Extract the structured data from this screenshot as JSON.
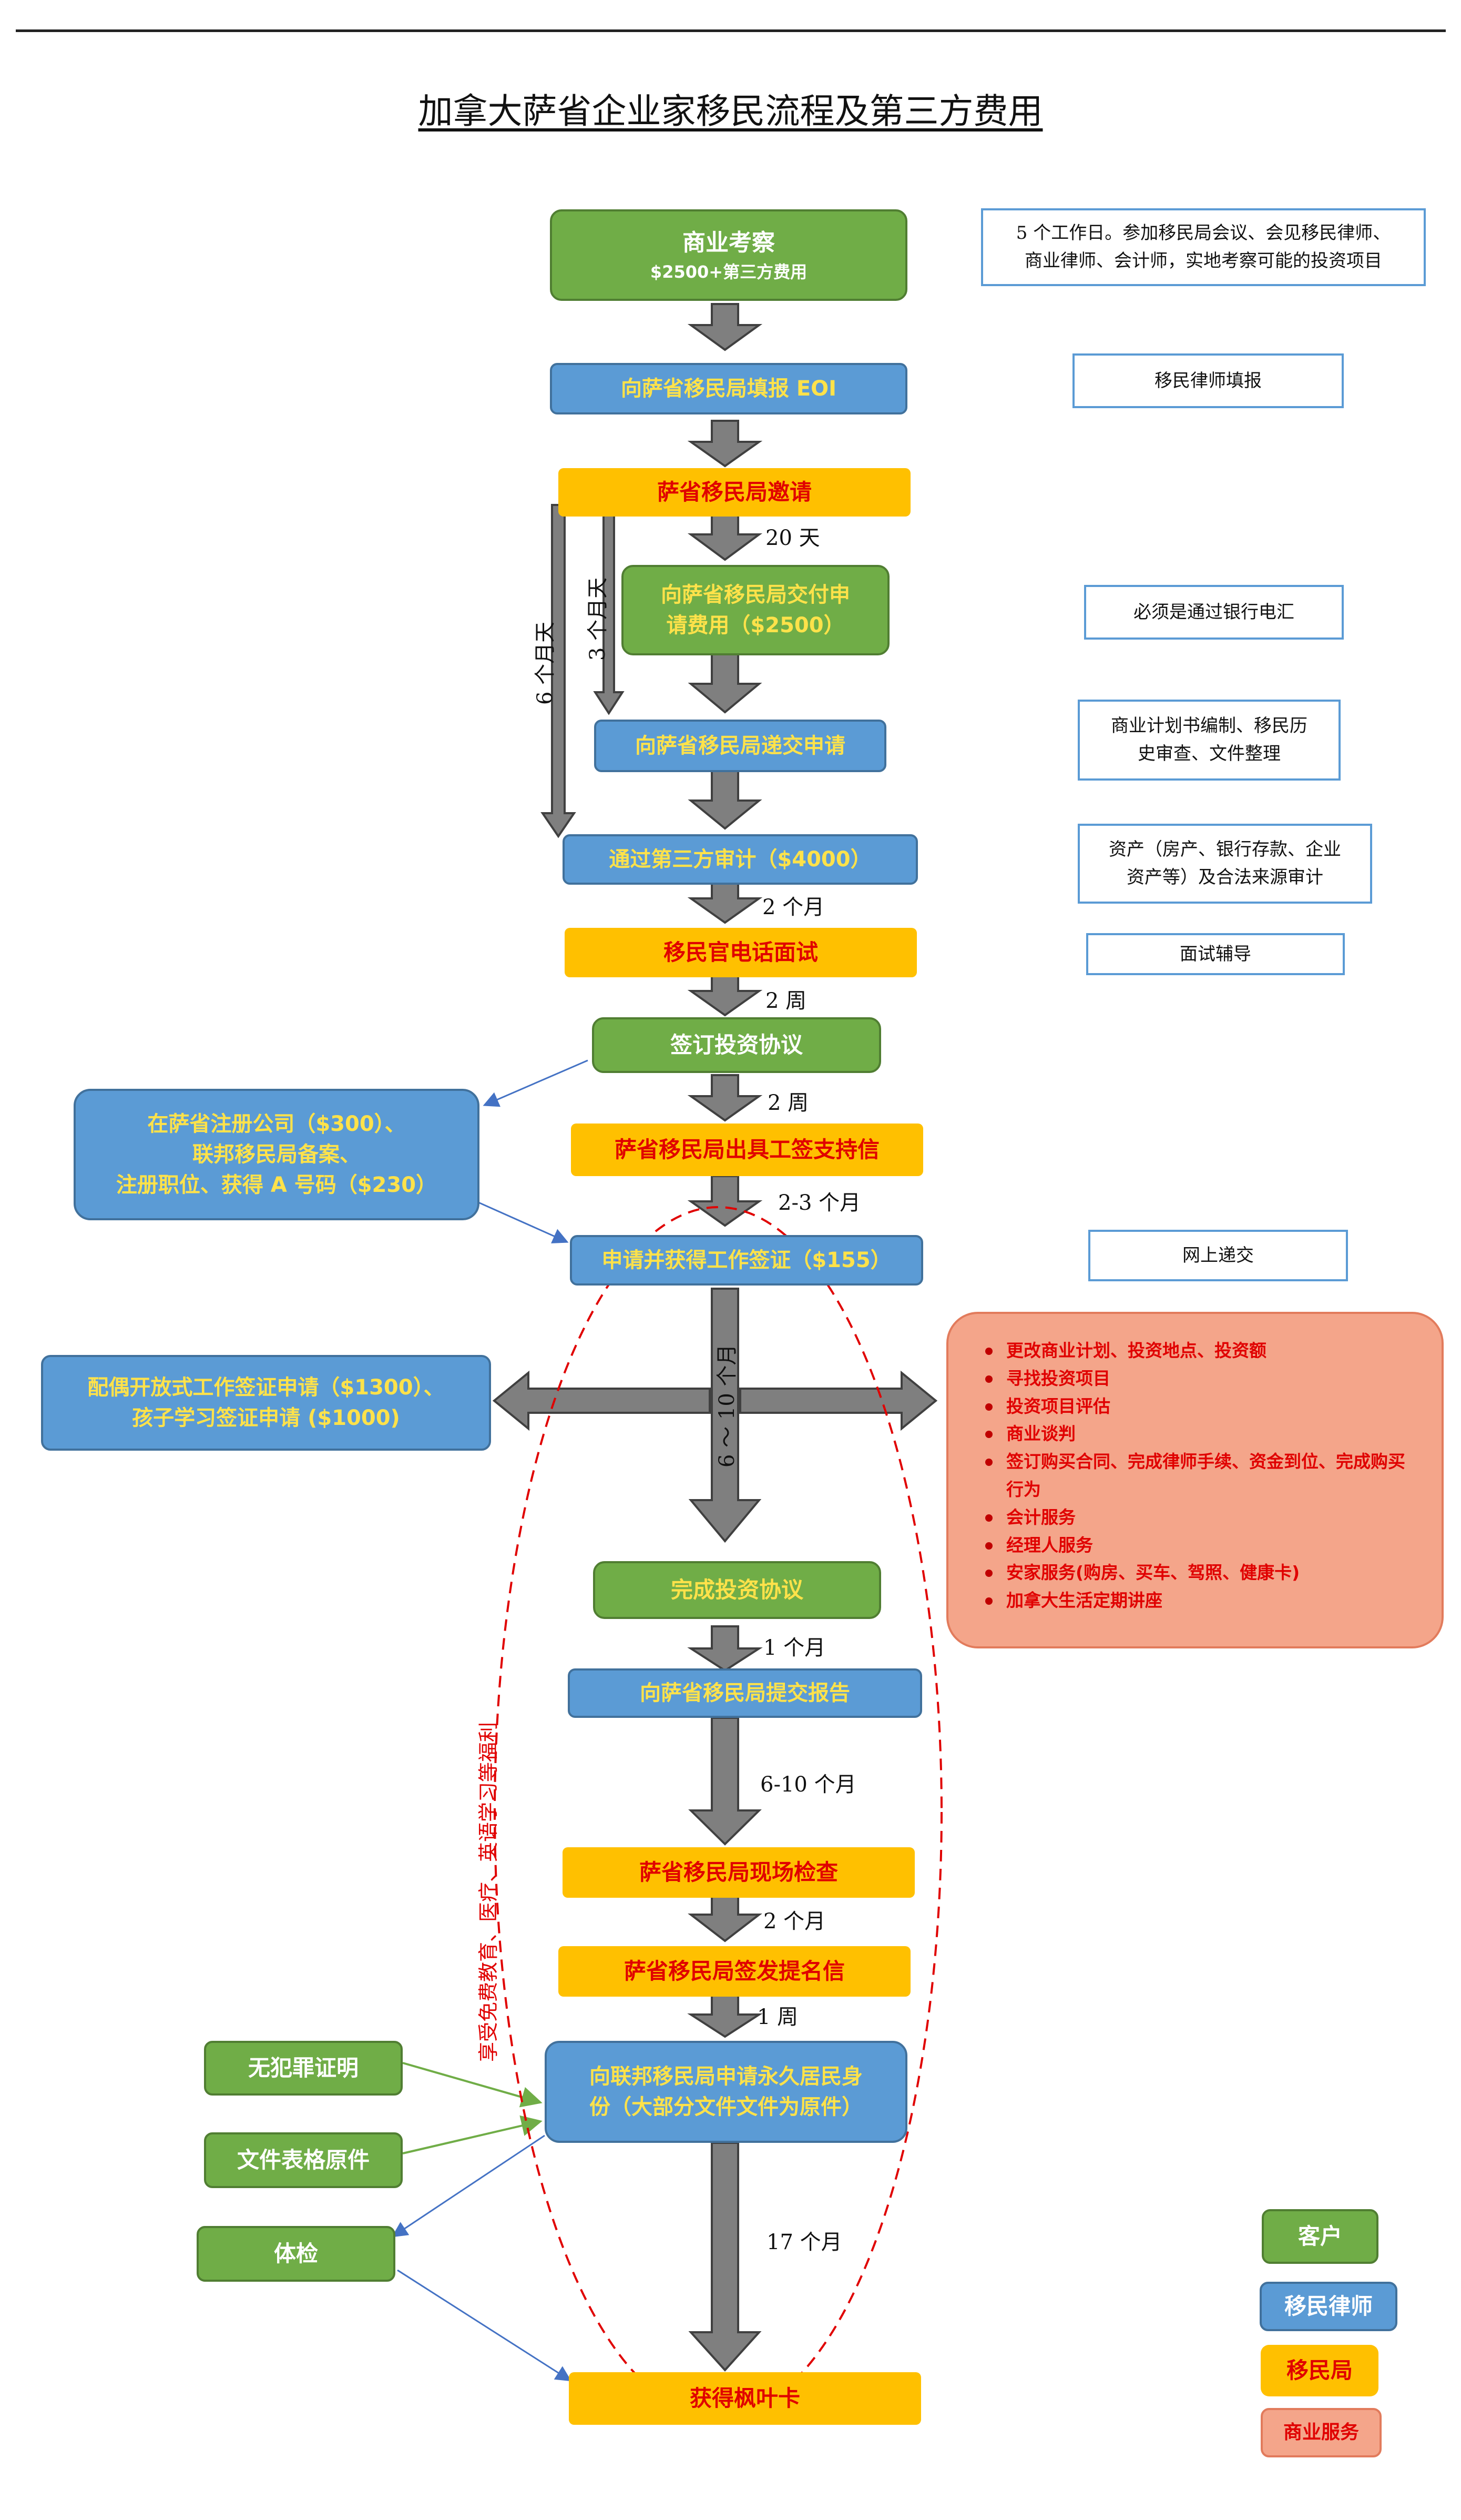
{
  "title": "加拿大萨省企业家移民流程及第三方费用",
  "steps": {
    "s1_line1": "商业考察",
    "s1_line2": "$2500+第三方费用",
    "s2": "向萨省移民局填报 EOI",
    "s3": "萨省移民局邀请",
    "s4_line1": "向萨省移民局交付申",
    "s4_line2": "请费用（$2500）",
    "s5": "向萨省移民局递交申请",
    "s6": "通过第三方审计（$4000）",
    "s7": "移民官电话面试",
    "s8": "签订投资协议",
    "s9": "萨省移民局出具工签支持信",
    "s10": "申请并获得工作签证（$155）",
    "s11": "完成投资协议",
    "s12": "向萨省移民局提交报告",
    "s13": "萨省移民局现场检查",
    "s14": "萨省移民局签发提名信",
    "s15_line1": "向联邦移民局申请永久居民身",
    "s15_line2": "份（大部分文件文件为原件）",
    "s16": "获得枫叶卡"
  },
  "side_boxes": {
    "register_line1": "在萨省注册公司（$300）、",
    "register_line2": "联邦移民局备案、",
    "register_line3": "注册职位、获得 A 号码（$230）",
    "spouse_line1": "配偶开放式工作签证申请（$1300）、",
    "spouse_line2": "孩子学习签证申请 ($1000)",
    "no_crime": "无犯罪证明",
    "docs_original": "文件表格原件",
    "medical": "体检"
  },
  "notes": {
    "n1_line1": "5 个工作日。参加移民局会议、会见移民律师、",
    "n1_line2": "商业律师、会计师，实地考察可能的投资项目",
    "n2": "移民律师填报",
    "n3": "必须是通过银行电汇",
    "n4_line1": "商业计划书编制、移民历",
    "n4_line2": "史审查、文件整理",
    "n5_line1": "资产（房产、银行存款、企业",
    "n5_line2": "资产等）及合法来源审计",
    "n6": "面试辅导",
    "n7": "网上递交"
  },
  "services": [
    "更改商业计划、投资地点、投资额",
    "寻找投资项目",
    "投资项目评估",
    "商业谈判",
    "签订购买合同、完成律师手续、资金到位、完成购买行为",
    "会计服务",
    "经理人服务",
    "安家服务(购房、买车、驾照、健康卡)",
    "加拿大生活定期讲座"
  ],
  "durations": {
    "d_20days": "20 天",
    "d_3months": "3 个月天",
    "d_6months": "6 个月天",
    "d_2months_a": "2 个月",
    "d_2weeks_a": "2 周",
    "d_2weeks_b": "2 周",
    "d_2_3months": "2-3 个月",
    "d_6_10months_v": "6 ～ 10 个月",
    "d_1month": "1 个月",
    "d_6_10months": "6-10 个月",
    "d_2months_b": "2 个月",
    "d_1week": "1 周",
    "d_17months": "17 个月"
  },
  "benefits": "享受免费教育、医疗、英语学习等福利",
  "legend": {
    "client": "客户",
    "lawyer": "移民律师",
    "bureau": "移民局",
    "business": "商业服务"
  },
  "colors": {
    "client_green": "#70AD47",
    "lawyer_blue": "#5B9BD5",
    "bureau_yellow": "#FFC000",
    "business_orange": "#F4A58A",
    "arrow_gray": "#7F7F7F",
    "ellipse_red": "#E00000"
  }
}
